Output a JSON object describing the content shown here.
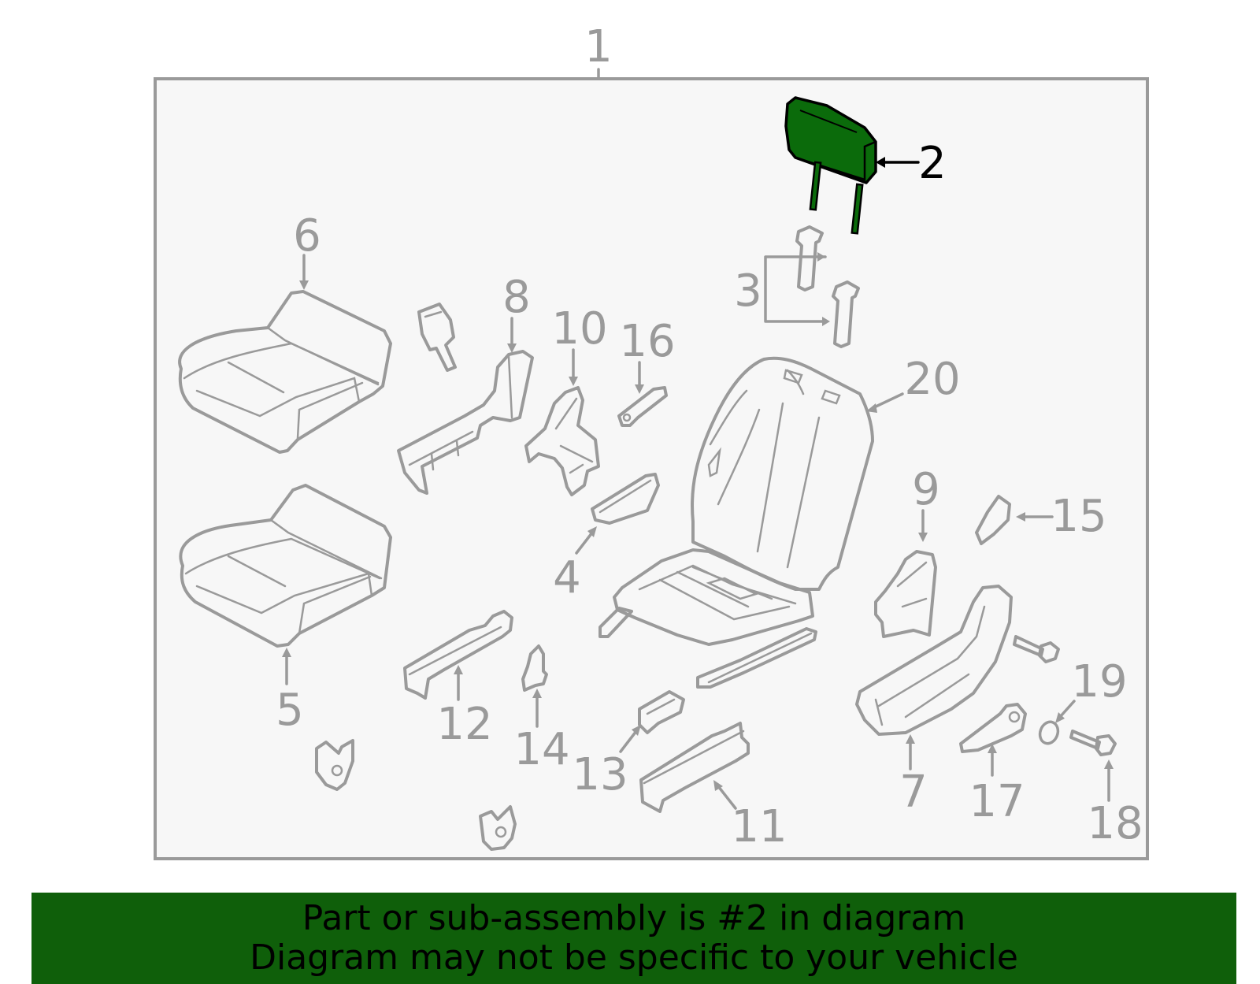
{
  "callouts": {
    "c1": "1",
    "c2": "2",
    "c3": "3",
    "c4": "4",
    "c5": "5",
    "c6": "6",
    "c7": "7",
    "c8": "8",
    "c9": "9",
    "c10": "10",
    "c11": "11",
    "c12": "12",
    "c13": "13",
    "c14": "14",
    "c15": "15",
    "c16": "16",
    "c17": "17",
    "c18": "18",
    "c19": "19",
    "c20": "20"
  },
  "highlight": {
    "part": "2",
    "color": "#0b6b0b",
    "banner_color": "#0f5f0a"
  },
  "banner": {
    "line1": "Part or sub-assembly is #2 in diagram",
    "line2": "Diagram may not be specific to your vehicle"
  }
}
